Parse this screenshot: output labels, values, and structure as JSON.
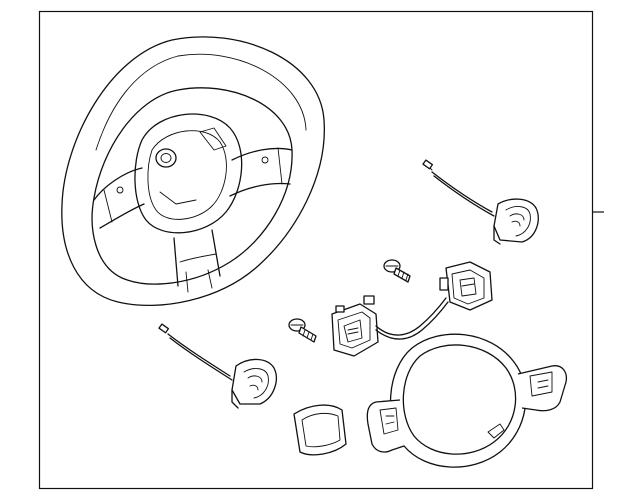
{
  "diagram": {
    "kind": "exploded parts diagram",
    "parts": [
      {
        "id": "steering-wheel",
        "icon": "steering-wheel-icon"
      },
      {
        "id": "paddle-shifter-right",
        "icon": "paddle-shifter-icon"
      },
      {
        "id": "paddle-shifter-left",
        "icon": "paddle-shifter-icon"
      },
      {
        "id": "switch-module-left",
        "icon": "switch-icon"
      },
      {
        "id": "switch-module-right",
        "icon": "switch-icon"
      },
      {
        "id": "screw-upper",
        "icon": "screw-icon"
      },
      {
        "id": "screw-lower",
        "icon": "screw-icon"
      },
      {
        "id": "trim-cover",
        "icon": "trim-cover-icon"
      },
      {
        "id": "cover-cap",
        "icon": "cap-icon"
      }
    ],
    "colors": {
      "line": "#111111",
      "background": "#ffffff"
    }
  }
}
